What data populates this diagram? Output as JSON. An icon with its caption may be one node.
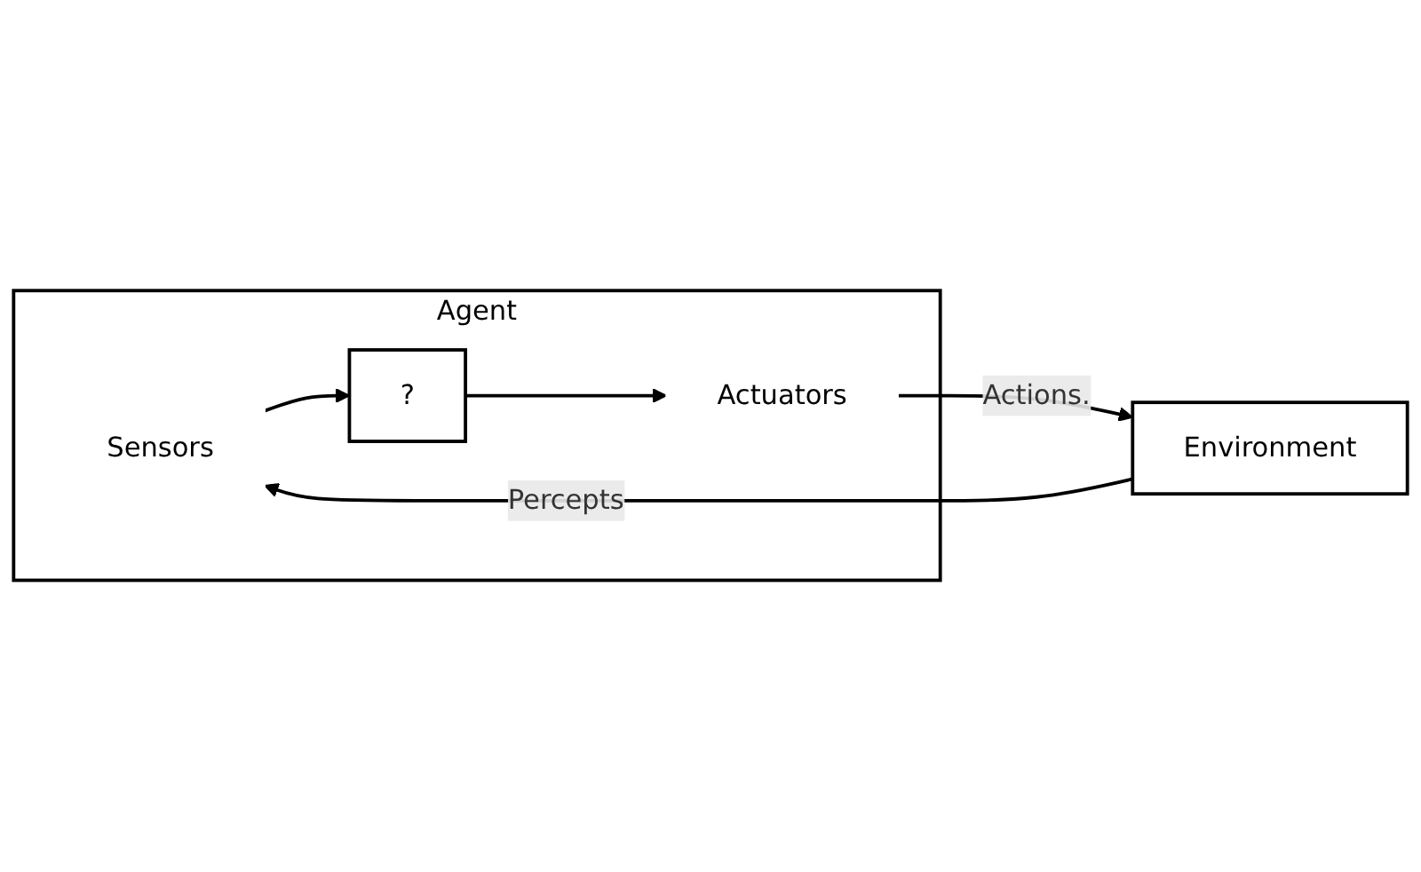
{
  "diagram": {
    "nodes": [
      {
        "text": [
          "Agent"
        ]
      },
      {
        "text": [
          "Sensors"
        ],
        "in": 0
      },
      {
        "text": [
          "?"
        ],
        "in": 0
      },
      {
        "text": [
          "Actuators"
        ],
        "in": 0
      },
      {
        "text": [
          "Environment"
        ]
      }
    ],
    "edges": [
      {
        "from": 4,
        "to": 1,
        "arrow": "to",
        "label": "Percepts"
      },
      {
        "from": 1,
        "to": 2,
        "arrow": "to"
      },
      {
        "from": 2,
        "to": 3,
        "arrow": "to"
      },
      {
        "from": 3,
        "to": 4,
        "arrow": "to",
        "label": "Actions."
      }
    ]
  }
}
